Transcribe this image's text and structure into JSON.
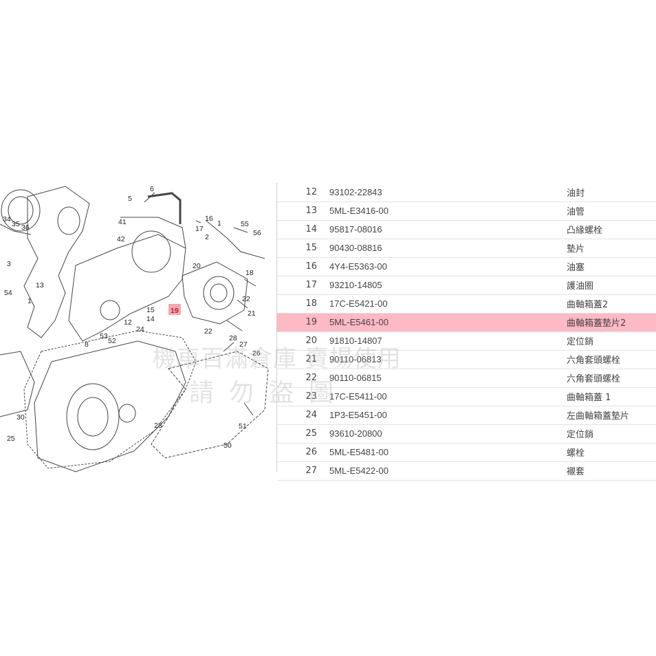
{
  "diagram": {
    "callouts": [
      "6",
      "5",
      "16",
      "41",
      "17",
      "1",
      "55",
      "56",
      "34",
      "42",
      "2",
      "35",
      "36",
      "3",
      "20",
      "18",
      "13",
      "54",
      "1",
      "15",
      "19",
      "22",
      "14",
      "12",
      "21",
      "53",
      "8",
      "52",
      "24",
      "28",
      "22",
      "27",
      "26",
      "30",
      "23",
      "51",
      "25",
      "50"
    ],
    "highlighted_callout": "19"
  },
  "parts": [
    {
      "no": "12",
      "part": "93102-22843",
      "name": "油封"
    },
    {
      "no": "13",
      "part": "5ML-E3416-00",
      "name": "油管"
    },
    {
      "no": "14",
      "part": "95817-08016",
      "name": "凸緣螺栓"
    },
    {
      "no": "15",
      "part": "90430-08816",
      "name": "墊片"
    },
    {
      "no": "16",
      "part": "4Y4-E5363-00",
      "name": "油塞"
    },
    {
      "no": "17",
      "part": "93210-14805",
      "name": "護油圈"
    },
    {
      "no": "18",
      "part": "17C-E5421-00",
      "name": "曲軸箱蓋2"
    },
    {
      "no": "19",
      "part": "5ML-E5461-00",
      "name": "曲軸箱蓋墊片2",
      "selected": true
    },
    {
      "no": "20",
      "part": "91810-14807",
      "name": "定位銷"
    },
    {
      "no": "21",
      "part": "90110-06813",
      "name": "六角套頭螺栓"
    },
    {
      "no": "22",
      "part": "90110-06815",
      "name": "六角套頭螺栓"
    },
    {
      "no": "23",
      "part": "17C-E5411-00",
      "name": "曲軸箱蓋 1"
    },
    {
      "no": "24",
      "part": "1P3-E5451-00",
      "name": "左曲軸箱蓋墊片"
    },
    {
      "no": "25",
      "part": "93610-20800",
      "name": "定位銷"
    },
    {
      "no": "26",
      "part": "5ML-E5481-00",
      "name": "螺栓"
    },
    {
      "no": "27",
      "part": "5ML-E5422-00",
      "name": "襯套"
    }
  ],
  "watermark": {
    "line1": "機車百滿倉庫 賣場使用",
    "line2": "請勿盜圖"
  },
  "colors": {
    "selected_row": "#fdb9c4",
    "highlight_callout": "#f4a7ad"
  }
}
